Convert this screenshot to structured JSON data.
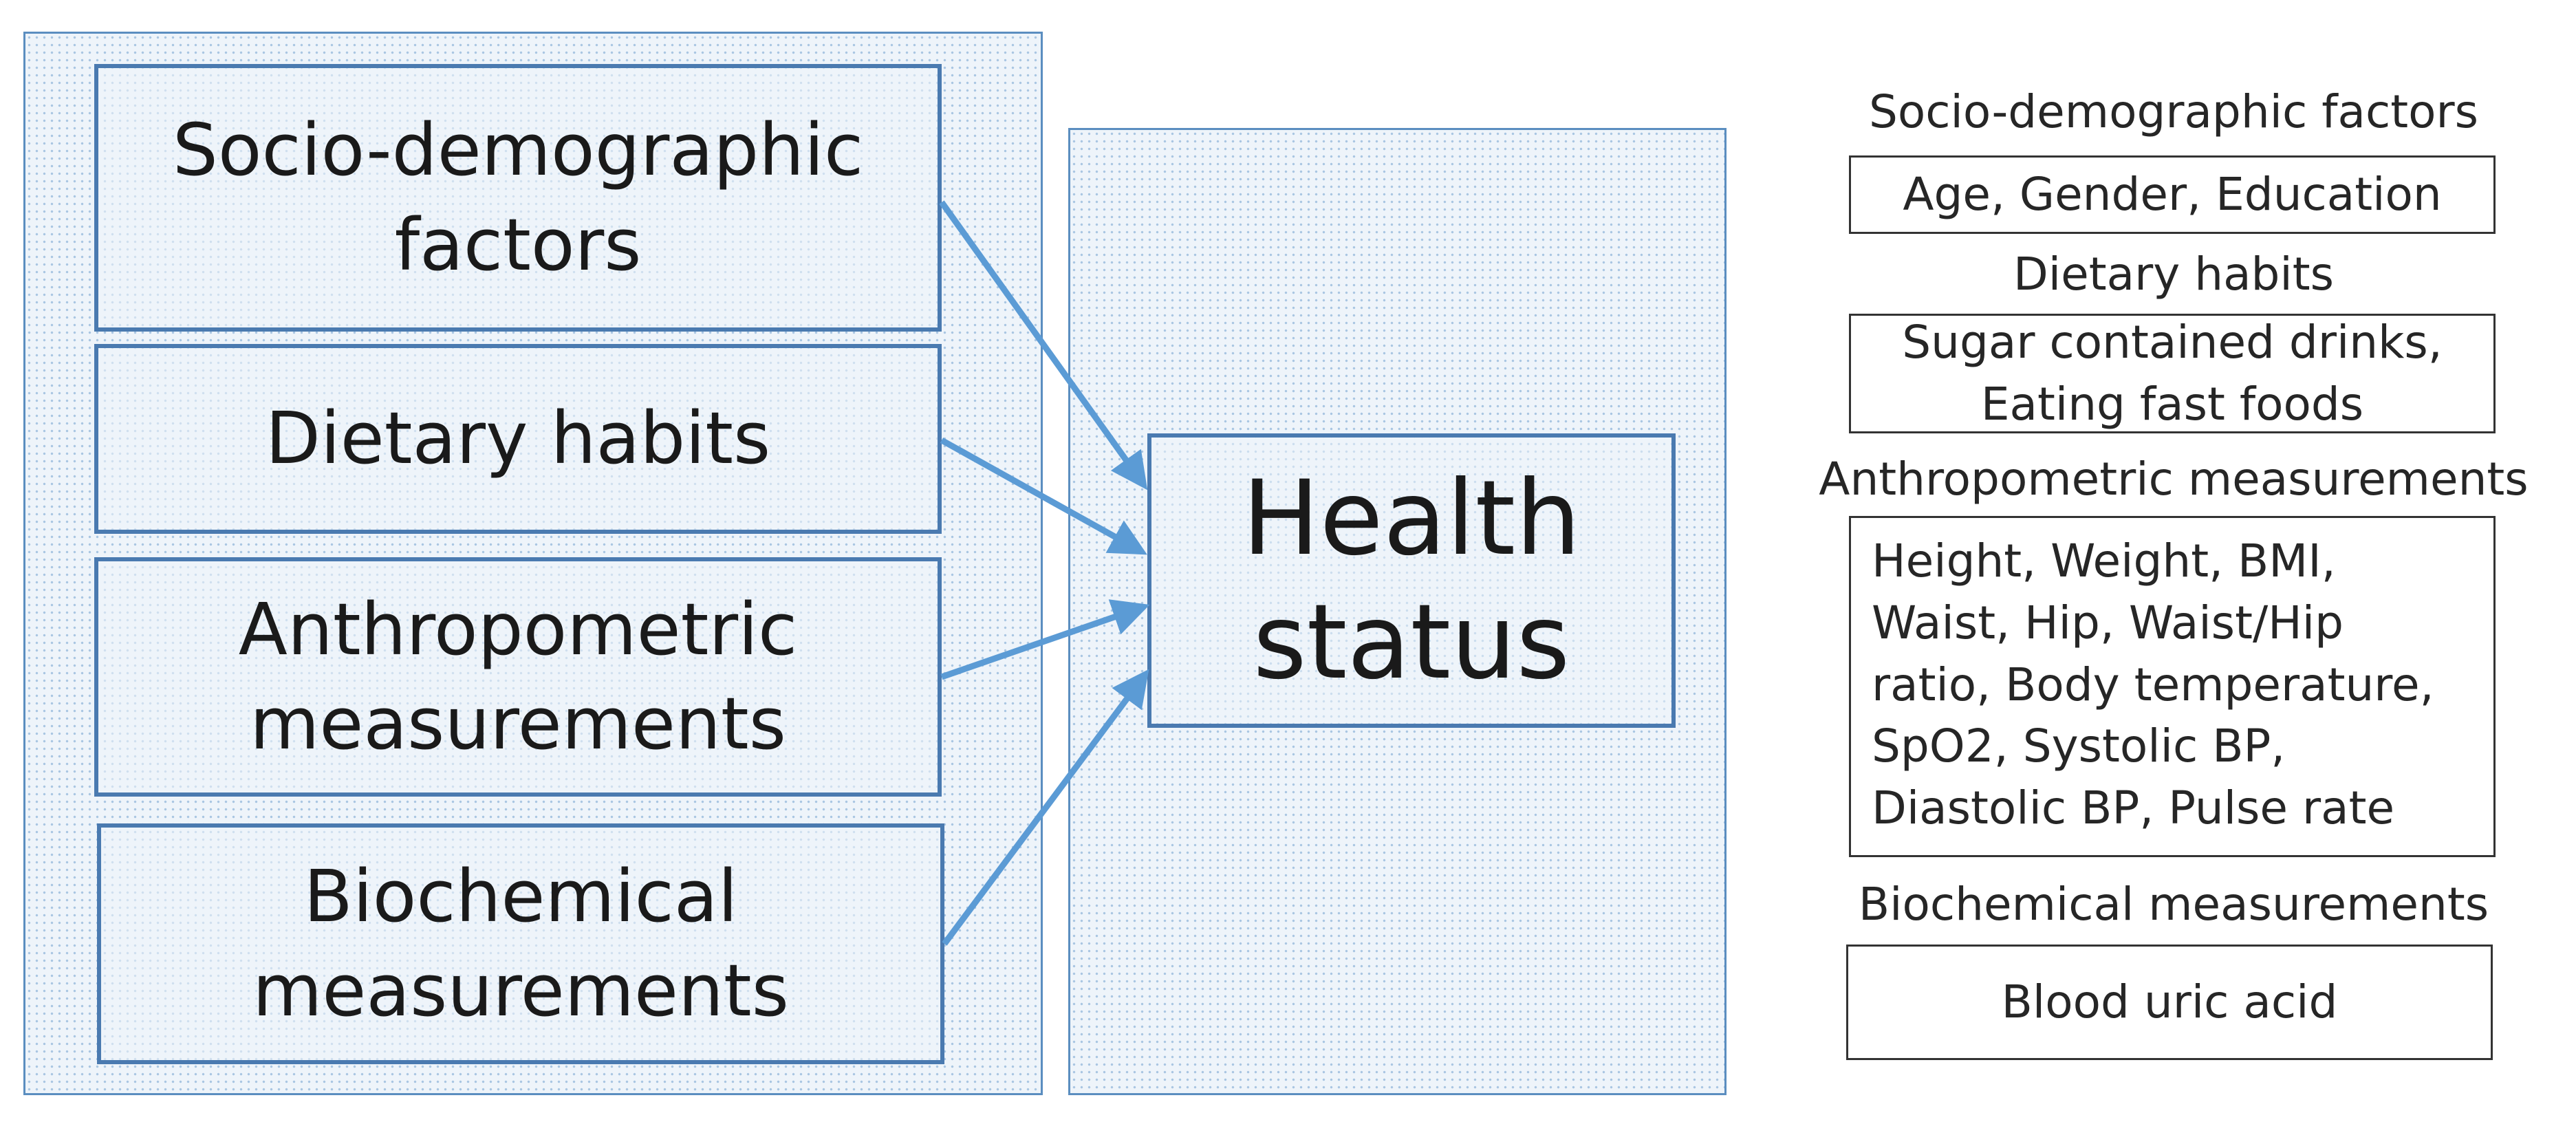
{
  "diagram": {
    "factors": [
      {
        "label": "Socio-demographic factors"
      },
      {
        "label": "Dietary habits"
      },
      {
        "label": "Anthropometric measurements"
      },
      {
        "label": "Biochemical measurements"
      }
    ],
    "outcome": {
      "label": "Health status"
    }
  },
  "legend": {
    "groups": [
      {
        "title": "Socio-demographic factors",
        "detail": "Age, Gender, Education"
      },
      {
        "title": "Dietary habits",
        "detail": "Sugar contained drinks, Eating fast foods"
      },
      {
        "title": "Anthropometric measurements",
        "detail": "Height, Weight, BMI, Waist, Hip, Waist/Hip ratio, Body temperature, SpO2, Systolic BP, Diastolic BP, Pulse rate"
      },
      {
        "title": "Biochemical measurements",
        "detail": "Blood uric acid"
      }
    ]
  },
  "colors": {
    "box_border": "#4a7ab0",
    "arrow": "#5b9bd5",
    "panel_dots": "#a9c6e2"
  }
}
